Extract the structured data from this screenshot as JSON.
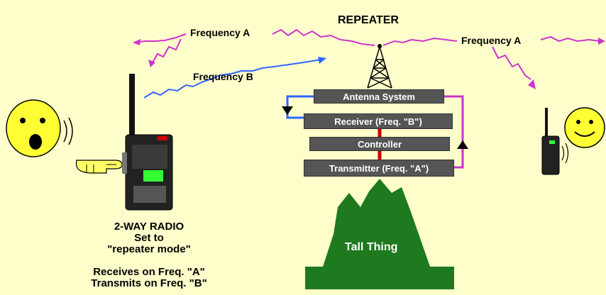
{
  "title": "REPEATER",
  "signals": {
    "freq_a_left": "Frequency A",
    "freq_a_right": "Frequency A",
    "freq_b": "Frequency B"
  },
  "repeater_blocks": {
    "antenna": "Antenna System",
    "receiver": "Receiver (Freq. \"B\")",
    "controller": "Controller",
    "transmitter": "Transmitter (Freq. \"A\")"
  },
  "tower_base_label": "Tall Thing",
  "radio_caption": {
    "line1": "2-WAY RADIO",
    "line2": "Set to",
    "line3": "\"repeater mode\"",
    "line4": "Receives on Freq. \"A\"",
    "line5": "Transmits on Freq. \"B\""
  },
  "colors": {
    "background": "#ffffcc",
    "freq_a": "#cc33cc",
    "freq_b": "#3366ff",
    "block": "#555555",
    "tall_thing": "#1f7a1f",
    "face": "#ffff33",
    "link": "#cc0000"
  }
}
